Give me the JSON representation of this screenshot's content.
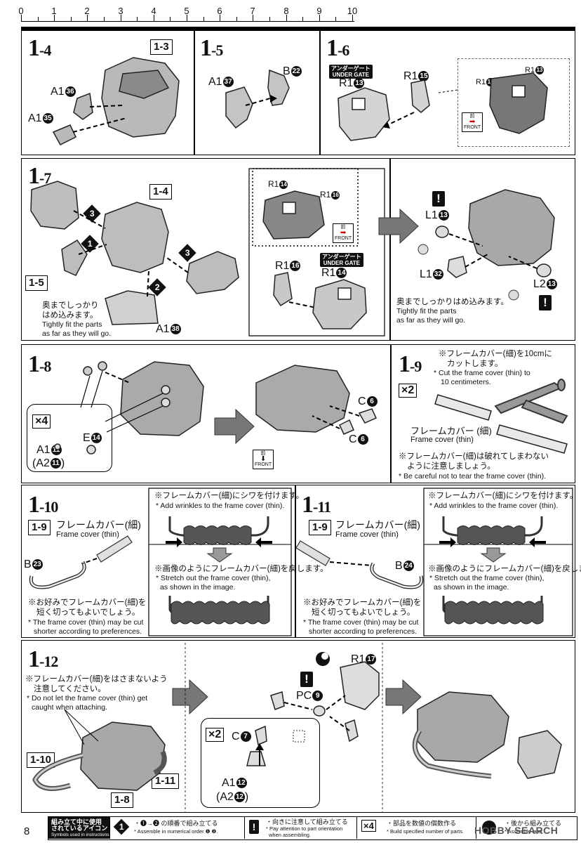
{
  "ruler": {
    "numbers": [
      "0",
      "1",
      "2",
      "3",
      "4",
      "5",
      "6",
      "7",
      "8",
      "9",
      "10"
    ]
  },
  "steps": {
    "s1_4": {
      "big": "1",
      "small": "-4",
      "ref": "1-3",
      "parts": {
        "a36": "A1",
        "a36n": "36",
        "a35": "A1",
        "a35n": "35"
      }
    },
    "s1_5": {
      "big": "1",
      "small": "-5",
      "parts": {
        "a37": "A1",
        "a37n": "37",
        "b22": "B",
        "b22n": "22"
      }
    },
    "s1_6": {
      "big": "1",
      "small": "-6",
      "ug_jp": "アンダーゲート",
      "ug_en": "UNDER GATE",
      "parts": {
        "r13": "R1",
        "r13n": "13",
        "r15": "R1",
        "r15n": "15",
        "d_r13": "R1",
        "d_r13n": "13",
        "d_r15": "R1",
        "d_r15n": "15"
      },
      "front_jp": "前",
      "front_en": "FRONT"
    },
    "s1_7": {
      "big": "1",
      "small": "-7",
      "ref1": "1-4",
      "ref2": "1-5",
      "order": {
        "n1": "1",
        "n2": "2",
        "n3a": "3",
        "n3b": "3"
      },
      "a38": "A1",
      "a38n": "38",
      "note_jp1": "奥までしっかり",
      "note_jp2": "はめ込みます。",
      "note_en1": "Tightly fit the parts",
      "note_en2": "as far as they will go.",
      "inset": {
        "r14": "R1",
        "r14n": "14",
        "r16": "R1",
        "r16n": "16",
        "front_jp": "前",
        "front_en": "FRONT",
        "ug_jp": "アンダーゲート",
        "ug_en": "UNDER GATE",
        "r16b": "R1",
        "r16bn": "16",
        "r14b": "R1",
        "r14bn": "14"
      },
      "right": {
        "l13": "L1",
        "l13n": "13",
        "l32": "L1",
        "l32n": "32",
        "l213": "L2",
        "l213n": "13",
        "note_jp": "奥までしっかりはめ込みます。",
        "note_en1": "Tightly fit the parts",
        "note_en2": "as far as they will go."
      }
    },
    "s1_8": {
      "big": "1",
      "small": "-8",
      "x4": "×4",
      "e14": "E",
      "e14n": "14",
      "a11": "A1",
      "a11n": "11",
      "a211": "(A2",
      "a211n": "11",
      "a211close": ")",
      "c6a": "C",
      "c6an": "6",
      "c6b": "C",
      "c6bn": "6",
      "front_jp": "前",
      "front_en": "FRONT"
    },
    "s1_9": {
      "big": "1",
      "small": "-9",
      "jp1": "※フレームカバー(細)を10cmに",
      "jp2": "カットします。",
      "en1": "* Cut the frame cover (thin) to",
      "en2": "10 centimeters.",
      "x2": "×2",
      "name_jp": "フレームカバー (細)",
      "name_en": "Frame cover (thin)",
      "warn_jp1": "※フレームカバー(細)は破れてしまわない",
      "warn_jp2": "ように注意しましょう。",
      "warn_en": "* Be careful not to tear the frame cover (thin)."
    },
    "s1_10": {
      "big": "1",
      "small": "-10",
      "ref": "1-9",
      "name_jp": "フレームカバー(細)",
      "name_en": "Frame cover (thin)",
      "b23": "B",
      "b23n": "23",
      "jp1": "※お好みでフレームカバー(細)を",
      "jp2": "短く切ってもよいでしょう。",
      "en1": "* The frame cover (thin) may be cut",
      "en2": "shorter according to preferences.",
      "tip1_jp": "※フレームカバー(細)にシワを付けます。",
      "tip1_en": "* Add wrinkles to the frame cover (thin).",
      "tip2_jp": "※画像のようにフレームカバー(細)を戻します。",
      "tip2_en1": "* Stretch out the frame cover (thin),",
      "tip2_en2": "as shown in the image."
    },
    "s1_11": {
      "big": "1",
      "small": "-11",
      "ref": "1-9",
      "name_jp": "フレームカバー(細)",
      "name_en": "Frame cover (thin)",
      "b24": "B",
      "b24n": "24",
      "jp1": "※お好みでフレームカバー(細)を",
      "jp2": "短く切ってもよいでしょう。",
      "en1": "* The frame cover (thin) may be cut",
      "en2": "shorter according to preferences.",
      "tip1_jp": "※フレームカバー(細)にシワを付けます。",
      "tip1_en": "* Add wrinkles to the frame cover (thin).",
      "tip2_jp": "※画像のようにフレームカバー(細)を戻します。",
      "tip2_en1": "* Stretch out the frame cover (thin),",
      "tip2_en2": "as shown in the image."
    },
    "s1_12": {
      "big": "1",
      "small": "-12",
      "jp1": "※フレームカバー(細)をはさまないよう",
      "jp2": "注意してください。",
      "en1": "* Do not let the frame cover (thin) get",
      "en2": "caught when attaching.",
      "ref1": "1-10",
      "ref2": "1-11",
      "ref3": "1-8",
      "x2": "×2",
      "c7": "C",
      "c7n": "7",
      "pc9": "PC",
      "pc9n": "9",
      "r17": "R1",
      "r17n": "17",
      "a12": "A1",
      "a12n": "12",
      "a212": "(A2",
      "a212n": "12",
      "a212close": ")"
    }
  },
  "footer": {
    "title_jp1": "組み立て中に使用",
    "title_jp2": "されているアイコン",
    "title_en": "Symbols used in instructions",
    "i1_jp": "・❶→❷ の順番で組み立てる",
    "i1_en": "* Assemble in numerical order ❶ ❷.",
    "i2_jp": "・向きに注意して組み立てる",
    "i2_en1": "* Pay attention to part orientation",
    "i2_en2": "when assembling.",
    "i3_icon": "×4",
    "i3_jp": "・部品を数値の個数作る",
    "i3_en": "* Build specified number of parts.",
    "i4_jp": "・後から組み立てる",
    "i4_en": "* Assemble later."
  },
  "page_number": "8",
  "watermark": "HOBBY SEARCH"
}
